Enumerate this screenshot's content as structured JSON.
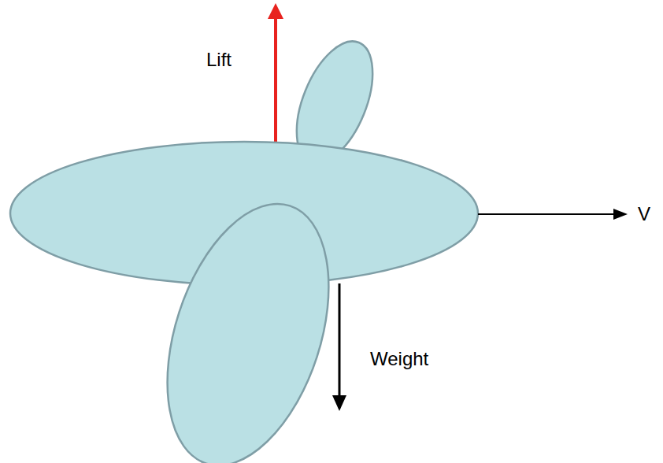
{
  "diagram": {
    "labels": [
      "Lift",
      "Weight",
      "V"
    ]
  }
}
